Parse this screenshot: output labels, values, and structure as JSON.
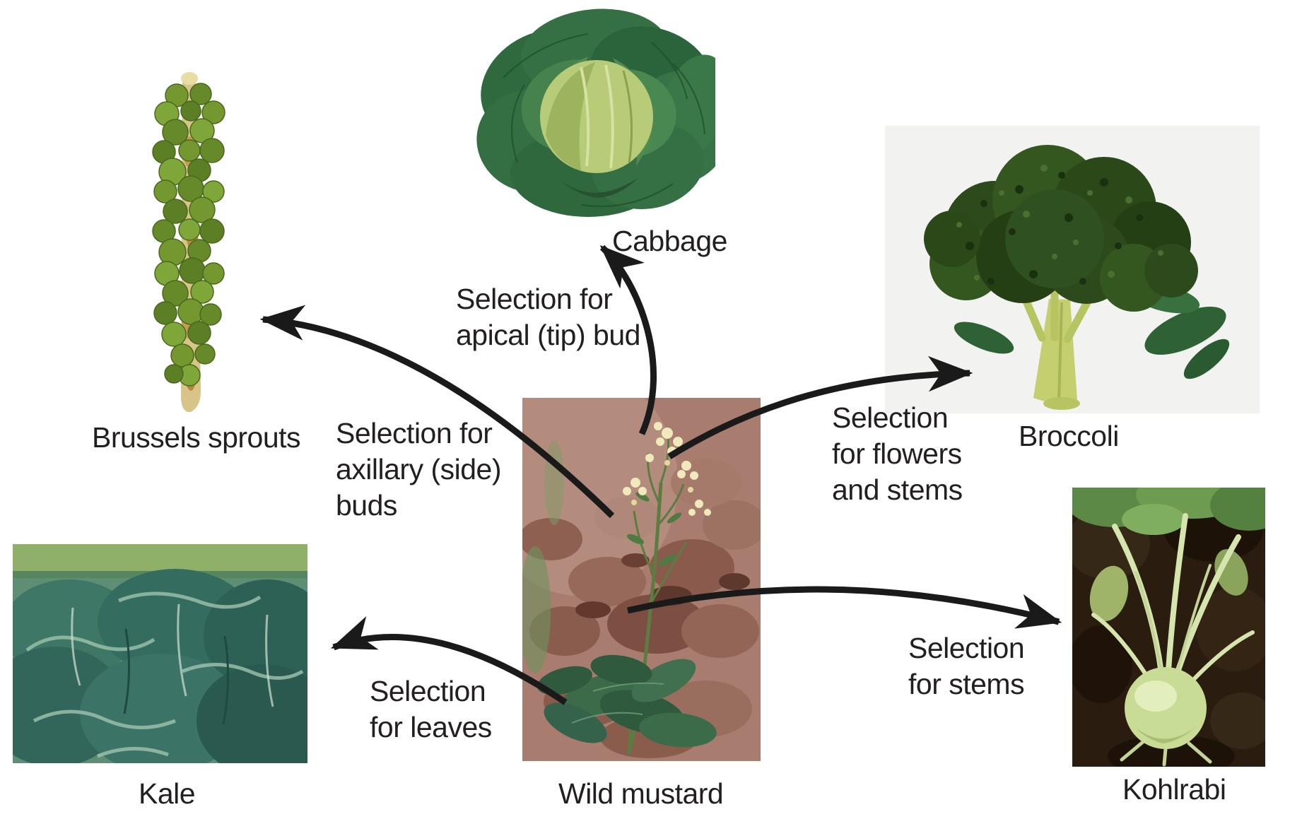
{
  "wild_mustard": {
    "label": "Wild mustard"
  },
  "cabbage": {
    "label": "Cabbage",
    "selection_lines": [
      "Selection for",
      "apical (tip) bud"
    ]
  },
  "brussels_sprouts": {
    "label": "Brussels sprouts",
    "selection_lines": [
      "Selection for",
      "axillary (side)",
      "buds"
    ]
  },
  "broccoli": {
    "label": "Broccoli",
    "selection_lines": [
      "Selection",
      "for flowers",
      "and stems"
    ]
  },
  "kale": {
    "label": "Kale",
    "selection_lines": [
      "Selection",
      "for leaves"
    ]
  },
  "kohlrabi": {
    "label": "Kohlrabi",
    "selection_lines": [
      "Selection",
      "for stems"
    ]
  },
  "colors": {
    "background": "#ffffff",
    "text": "#231f20",
    "arrow": "#1a1a1a",
    "broccoli_panel": "#f2f2f0"
  }
}
